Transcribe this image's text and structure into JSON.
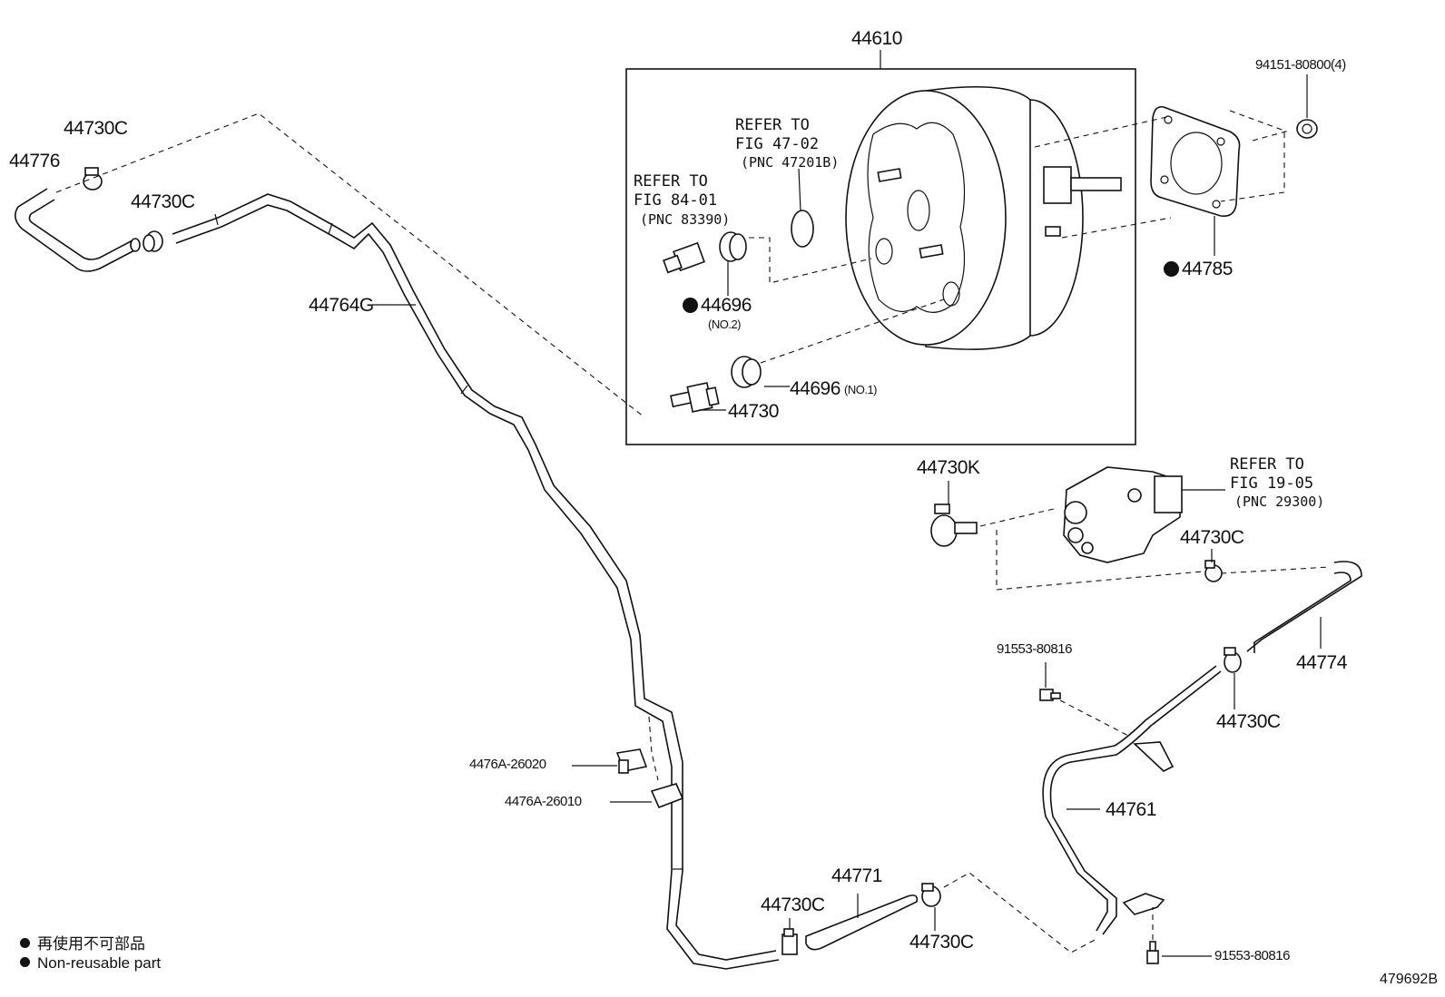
{
  "diagram": {
    "box_label": "44610",
    "labels": {
      "p44776": "44776",
      "p44730c_a": "44730C",
      "p44730c_b": "44730C",
      "p44764g": "44764G",
      "ref84_l1": "REFER TO",
      "ref84_l2": "FIG 84-01",
      "ref84_l3": "(PNC 83390)",
      "ref47_l1": "REFER TO",
      "ref47_l2": "FIG 47-02",
      "ref47_l3": "(PNC 47201B)",
      "p44696_no2": "44696",
      "no2": "(NO.2)",
      "p44696_no1": "44696",
      "no1": "(NO.1)",
      "p44730": "44730",
      "bolt_top": "94151-80800(4)",
      "p44785": "44785",
      "p44730k": "44730K",
      "ref19_l1": "REFER TO",
      "ref19_l2": "FIG 19-05",
      "ref19_l3": "(PNC 29300)",
      "p44730c_c": "44730C",
      "bolt_mid": "91553-80816",
      "p44774": "44774",
      "p44730c_d": "44730C",
      "p44761": "44761",
      "clip_a": "4476A-26020",
      "clip_b": "4476A-26010",
      "p44771": "44771",
      "p44730c_e": "44730C",
      "p44730c_f": "44730C",
      "bolt_bot": "91553-80816"
    },
    "legend": {
      "jp": "再使用不可部品",
      "en": "Non-reusable part"
    },
    "figure_id": "479692B"
  }
}
